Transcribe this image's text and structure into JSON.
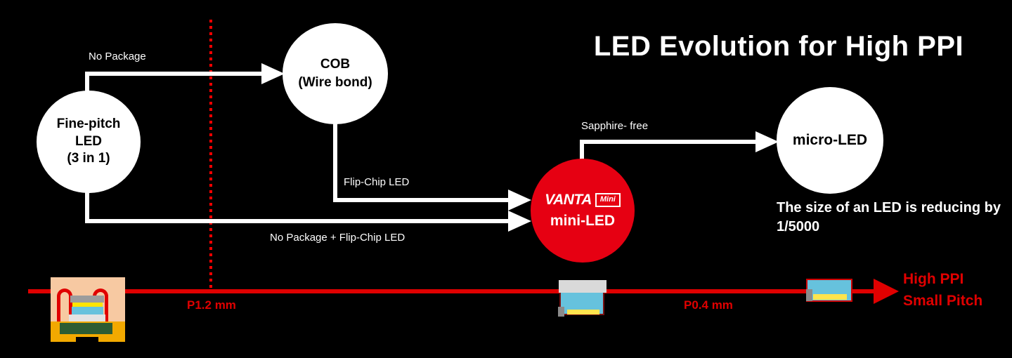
{
  "title": "LED Evolution for High PPI",
  "nodes": {
    "fine_pitch": {
      "line1": "Fine-pitch",
      "line2": "LED",
      "line3": "(3 in 1)"
    },
    "cob": {
      "line1": "COB",
      "line2": "(Wire bond)"
    },
    "mini": {
      "brand": "VANTA",
      "badge": "Mini",
      "label": "mini-LED"
    },
    "micro": {
      "label": "micro-LED"
    }
  },
  "arrow_labels": {
    "no_package": "No Package",
    "flip_chip": "Flip-Chip LED",
    "no_package_flip_chip": "No Package + Flip-Chip LED",
    "sapphire_free": "Sapphire- free"
  },
  "note": "The size of an LED is reducing by 1/5000",
  "timeline": {
    "pitch_left": "P1.2 mm",
    "pitch_right": "P0.4 mm",
    "end_line1": "High PPI",
    "end_line2": "Small Pitch"
  },
  "colors": {
    "background": "#000000",
    "brand_red_circle": "#e60012",
    "timeline_red": "#e00000",
    "dotted_line_red": "#ff0000",
    "text_white": "#ffffff",
    "text_black": "#000000"
  }
}
